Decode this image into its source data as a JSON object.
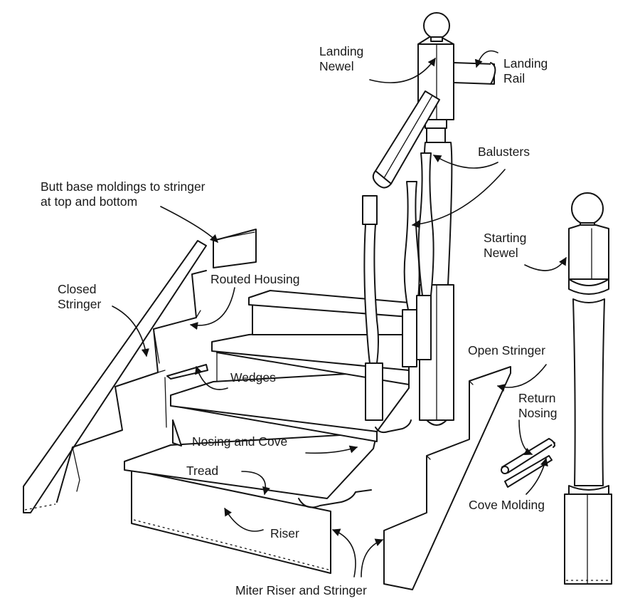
{
  "labels": {
    "landing_newel": [
      "Landing",
      "Newel"
    ],
    "landing_rail": [
      "Landing",
      "Rail"
    ],
    "balusters": "Balusters",
    "butt_base": [
      "Butt base moldings to stringer",
      "at top and bottom"
    ],
    "starting_newel": [
      "Starting",
      "Newel"
    ],
    "routed_housing": "Routed Housing",
    "closed_stringer": [
      "Closed",
      "Stringer"
    ],
    "open_stringer": "Open Stringer",
    "wedges": "Wedges",
    "return_nosing": [
      "Return",
      "Nosing"
    ],
    "nosing_and_cove": "Nosing and Cove",
    "tread": "Tread",
    "cove_molding": "Cove Molding",
    "riser": "Riser",
    "miter_riser_stringer": "Miter Riser and Stringer"
  },
  "colors": {
    "ink": "#141414",
    "background": "#ffffff"
  }
}
